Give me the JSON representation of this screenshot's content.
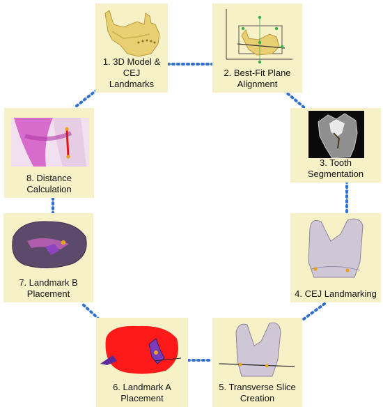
{
  "steps": [
    {
      "id": 1,
      "label": "1. 3D Model & CEJ\nLandmarks",
      "icon": "jaw-3d-model-icon"
    },
    {
      "id": 2,
      "label": "2. Best-Fit Plane\nAlignment",
      "icon": "plane-alignment-icon"
    },
    {
      "id": 3,
      "label": "3. Tooth\nSegmentation",
      "icon": "tooth-ct-slice-icon"
    },
    {
      "id": 4,
      "label": "4. CEJ Landmarking",
      "icon": "tooth-cej-icon"
    },
    {
      "id": 5,
      "label": "5. Transverse Slice\nCreation",
      "icon": "tooth-slice-icon"
    },
    {
      "id": 6,
      "label": "6. Landmark A\nPlacement",
      "icon": "landmark-a-icon"
    },
    {
      "id": 7,
      "label": "7. Landmark B\nPlacement",
      "icon": "landmark-b-icon"
    },
    {
      "id": 8,
      "label": "8. Distance\nCalculation",
      "icon": "distance-icon"
    }
  ],
  "colors": {
    "box": "#f7f1c8",
    "connector": "#2f6fd1",
    "bone": "#e8cf72",
    "tooth": "#cfc6d6",
    "landmark": "#e8a21a",
    "red": "#ff1a1a",
    "magenta": "#d04fc3"
  }
}
